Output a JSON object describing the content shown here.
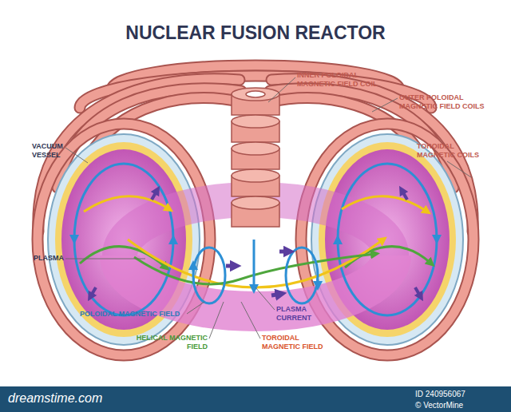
{
  "diagram": {
    "title": "NUCLEAR FUSION REACTOR",
    "labels": [
      "INNER POLOIDAL MAGNETIC FIELD COIL",
      "OUTER POLOIDAL MAGNETIC FIELD COILS",
      "TOROIDAL MAGNETIC COILS",
      "VACUUM VESSEL",
      "PLASMA",
      "POLOIDAL MAGNETIC FIELD",
      "PLASMA CURRENT",
      "HELICAL MAGNETIC FIELD",
      "TOROIDAL MAGNETIC FIELD",
      "dreamstime.com",
      "ID 240956067",
      "© VectorMine"
    ]
  }
}
